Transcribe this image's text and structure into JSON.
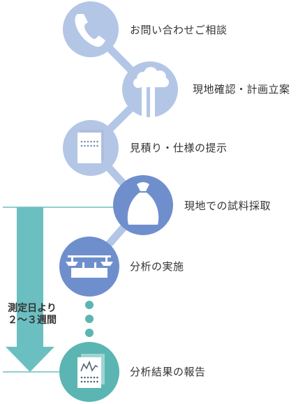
{
  "steps": [
    {
      "label": "お問い合わせご相談",
      "icon": "phone-icon"
    },
    {
      "label": "現地確認・計画立案",
      "icon": "factory-icon"
    },
    {
      "label": "見積り・仕様の提示",
      "icon": "document-icon"
    },
    {
      "label": "現地での試料採取",
      "icon": "sample-bag-icon"
    },
    {
      "label": "分析の実施",
      "icon": "balance-scale-icon"
    },
    {
      "label": "分析結果の報告",
      "icon": "report-chart-icon"
    }
  ],
  "duration": {
    "line1": "測定日より",
    "line2": "２～３週間"
  },
  "colors": {
    "light_circle": "#b3c6e6",
    "dark_circle": "#6f8fcc",
    "teal_circle": "#5bb5b3",
    "arrow": "#6bbfc1",
    "dots": "#5bb5b3",
    "text": "#333333"
  }
}
